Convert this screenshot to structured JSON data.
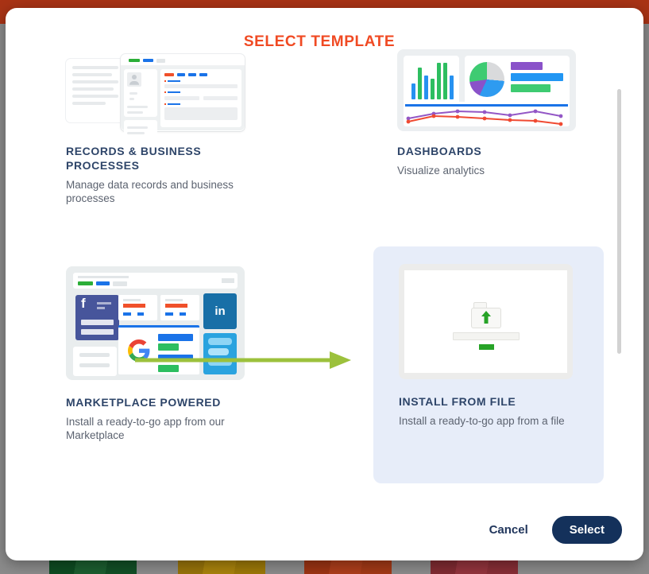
{
  "modal": {
    "title": "SELECT TEMPLATE",
    "templates": [
      {
        "title": "RECORDS & BUSINESS PROCESSES",
        "description": "Manage data records and business processes",
        "selected": false
      },
      {
        "title": "DASHBOARDS",
        "description": "Visualize analytics",
        "selected": false
      },
      {
        "title": "MARKETPLACE POWERED",
        "description": "Install a ready-to-go app from our Marketplace",
        "selected": false
      },
      {
        "title": "INSTALL FROM FILE",
        "description": "Install a ready-to-go app from a file",
        "selected": true
      }
    ],
    "footer": {
      "cancel_label": "Cancel",
      "select_label": "Select"
    }
  },
  "icons": {
    "facebook": "f",
    "linkedin": "in"
  },
  "colors": {
    "title_accent": "#f04a23",
    "heading_navy": "#2e4569",
    "selected_card_bg": "#e7edf9",
    "select_button_bg": "#14315b",
    "arrow_green": "#9cc13c",
    "page_header_red": "#a93315",
    "overlay_gray": "#8b8b8b"
  }
}
